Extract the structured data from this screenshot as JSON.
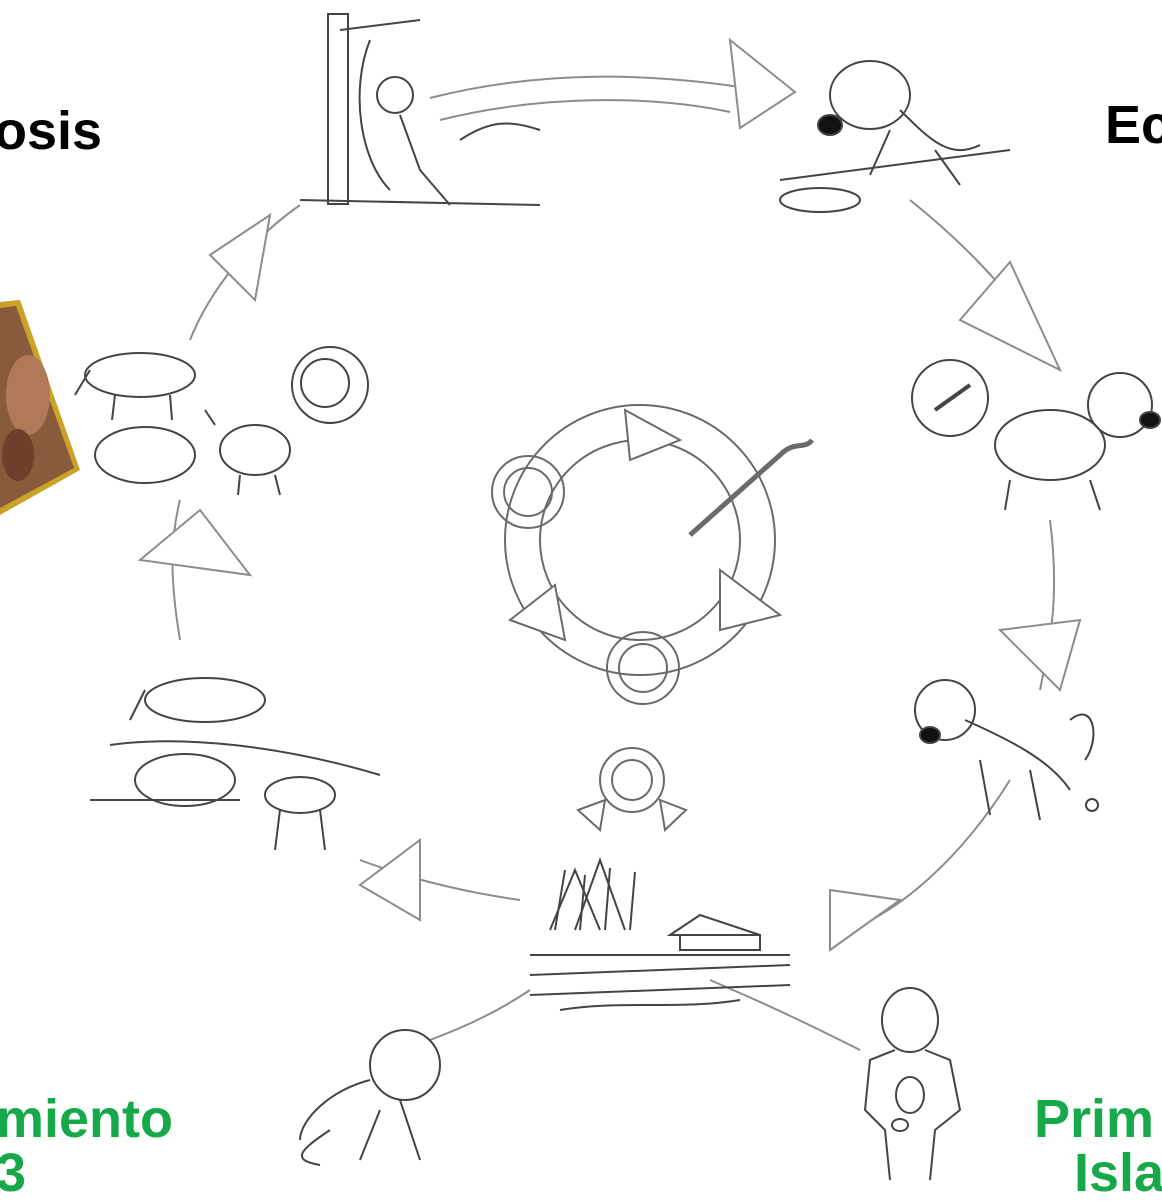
{
  "labels": {
    "top_left": "osis",
    "top_right": "Ec",
    "bottom_left_line1": "miento",
    "bottom_left_line2": "3",
    "bottom_right_line1": "Prim",
    "bottom_right_line2": "Isla"
  },
  "colors": {
    "label_black": "#000000",
    "label_green": "#17a84a",
    "line_gray": "#8c8c8c",
    "photo_bg": "#8a5a3c",
    "photo_border": "#c9a227"
  },
  "illustrations": [
    "slaughter-scene",
    "dog-eating-viscera",
    "dog-with-adult-worm",
    "dog-defecating",
    "farm-landscape",
    "crawling-child",
    "child-with-cysts",
    "livestock-grazing",
    "livestock-with-cysts",
    "inner-lifecycle"
  ]
}
